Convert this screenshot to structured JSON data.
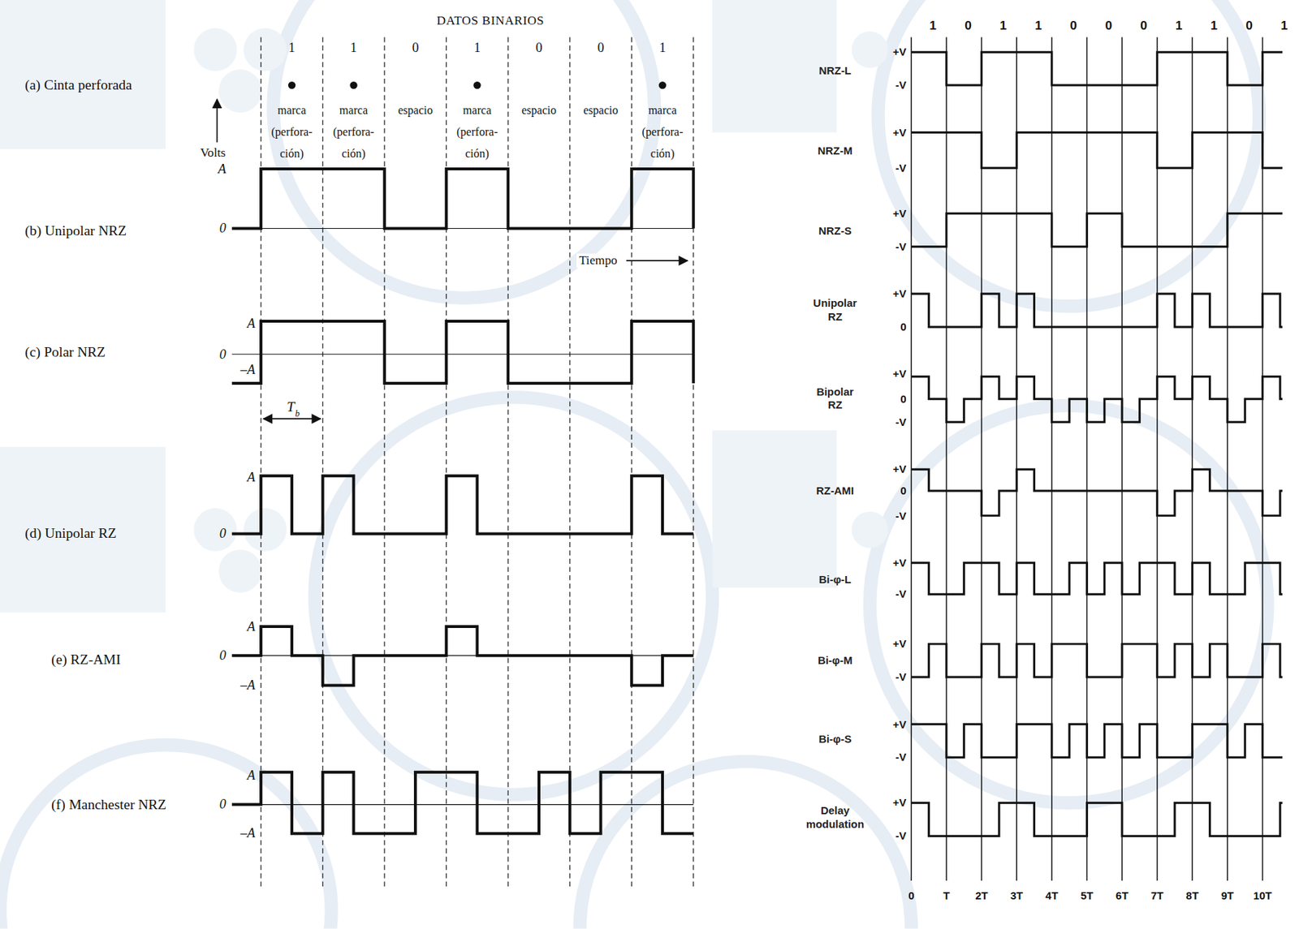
{
  "diagram": {
    "title": "DATOS BINARIOS",
    "labels": [
      "1",
      "1",
      "0",
      "1",
      "0",
      "0",
      "1",
      "(a) Cinta perforada",
      "marca (perfora- ción)",
      "marca (perfora- ción)",
      "espacio",
      "marca (perfora- ción)",
      "espacio",
      "espacio",
      "marca (perfora- ción)",
      "Volts",
      "A",
      "0",
      "(b) Unipolar NRZ",
      "Tiempo",
      "A",
      "0",
      "–A",
      "(c) Polar NRZ",
      "T",
      "b",
      "A",
      "0",
      "(d) Unipolar RZ",
      "A",
      "0",
      "–A",
      "(e) RZ-AMI",
      "A",
      "0",
      "–A",
      "(f) Manchester NRZ",
      "1",
      "0",
      "1",
      "1",
      "0",
      "0",
      "0",
      "1",
      "1",
      "0",
      "1",
      "NRZ-L",
      "+V",
      "-V",
      "NRZ-M",
      "+V",
      "-V",
      "NRZ-S",
      "+V",
      "-V",
      "Unipolar RZ",
      "+V",
      "0",
      "Bipolar RZ",
      "+V",
      "0",
      "-V",
      "RZ-AMI",
      "+V",
      "0",
      "-V",
      "Bi-φ-L",
      "+V",
      "-V",
      "Bi-φ-M",
      "+V",
      "-V",
      "Bi-φ-S",
      "+V",
      "-V",
      "Delay modulation",
      "+V",
      "-V",
      "0",
      "T",
      "2T",
      "3T",
      "4T",
      "5T",
      "6T",
      "7T",
      "8T",
      "9T",
      "10T"
    ]
  }
}
